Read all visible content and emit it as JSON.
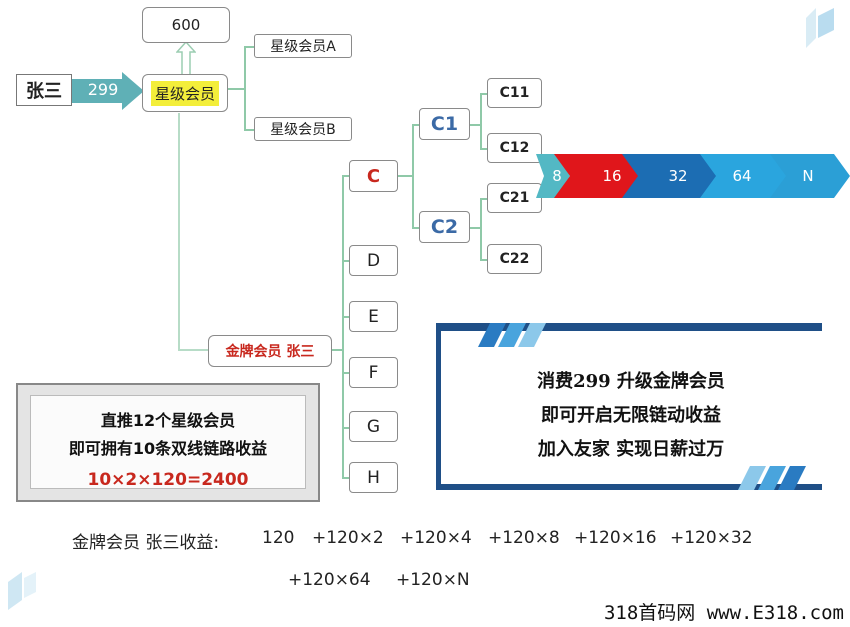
{
  "person_name": "张三",
  "amount": "299",
  "level_star": "星级会员",
  "top_value": "600",
  "star_a": "星级会员A",
  "star_b": "星级会员B",
  "gold_member": "金牌会员 张三",
  "node_c": "C",
  "node_c1": "C1",
  "node_c2": "C2",
  "node_c11": "C11",
  "node_c12": "C12",
  "node_c21": "C21",
  "node_c22": "C22",
  "node_d": "D",
  "node_e": "E",
  "node_f": "F",
  "node_g": "G",
  "node_h": "H",
  "chain": [
    "8",
    "16",
    "32",
    "64",
    "N"
  ],
  "left_note": {
    "line1": "直推12个星级会员",
    "line2": "即可拥有10条双线链路收益",
    "formula": "10×2×120=2400"
  },
  "right_note": {
    "line1": "消费299 升级金牌会员",
    "line2": "即可开启无限链动收益",
    "line3": "加入友家 实现日薪过万"
  },
  "earnings": {
    "label": "金牌会员 张三收益:",
    "row1": [
      "120",
      "+120×2",
      "+120×4",
      "+120×8",
      "+120×16",
      "+120×32"
    ],
    "row2": [
      "+120×64",
      "+120×N"
    ]
  },
  "watermark": "318首码网 www.E318.com",
  "colors": {
    "connector": "#8fc9a8",
    "arrow_teal": "#5fb0b6",
    "highlight_yellow": "#f3ee3a",
    "chain_teal": "#53b8c4",
    "chain_red": "#e0161b",
    "chain_blue": "#1c6db3",
    "chain_light": "#2aa5de",
    "accent_red": "#c8281e",
    "accent_blue": "#3b6aa6"
  }
}
